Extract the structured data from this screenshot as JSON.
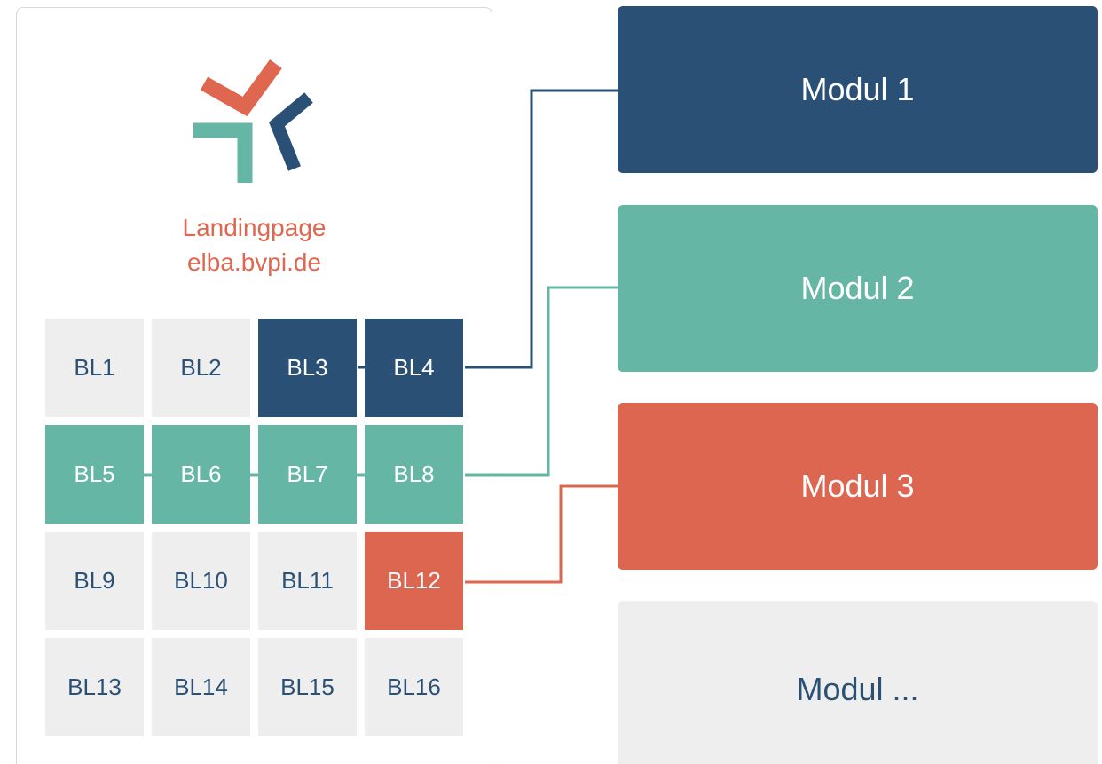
{
  "landing": {
    "title": "Landingpage",
    "url": "elba.bvpi.de",
    "logo_colors": [
      "#e0674f",
      "#65b6a5",
      "#2b5075"
    ]
  },
  "grid": [
    {
      "label": "BL1",
      "color": "none"
    },
    {
      "label": "BL2",
      "color": "none"
    },
    {
      "label": "BL3",
      "color": "blue"
    },
    {
      "label": "BL4",
      "color": "blue"
    },
    {
      "label": "BL5",
      "color": "teal"
    },
    {
      "label": "BL6",
      "color": "teal"
    },
    {
      "label": "BL7",
      "color": "teal"
    },
    {
      "label": "BL8",
      "color": "teal"
    },
    {
      "label": "BL9",
      "color": "none"
    },
    {
      "label": "BL10",
      "color": "none"
    },
    {
      "label": "BL11",
      "color": "none"
    },
    {
      "label": "BL12",
      "color": "red"
    },
    {
      "label": "BL13",
      "color": "none"
    },
    {
      "label": "BL14",
      "color": "none"
    },
    {
      "label": "BL15",
      "color": "none"
    },
    {
      "label": "BL16",
      "color": "none"
    }
  ],
  "modules": [
    {
      "label": "Modul 1",
      "color": "#2b5075"
    },
    {
      "label": "Modul 2",
      "color": "#65b6a5"
    },
    {
      "label": "Modul 3",
      "color": "#dd6650"
    },
    {
      "label": "Modul ...",
      "color": "#eeeeee"
    }
  ],
  "colors": {
    "blue": "#2b5075",
    "teal": "#65b6a5",
    "red": "#dd6650",
    "gray": "#eeeeee"
  }
}
